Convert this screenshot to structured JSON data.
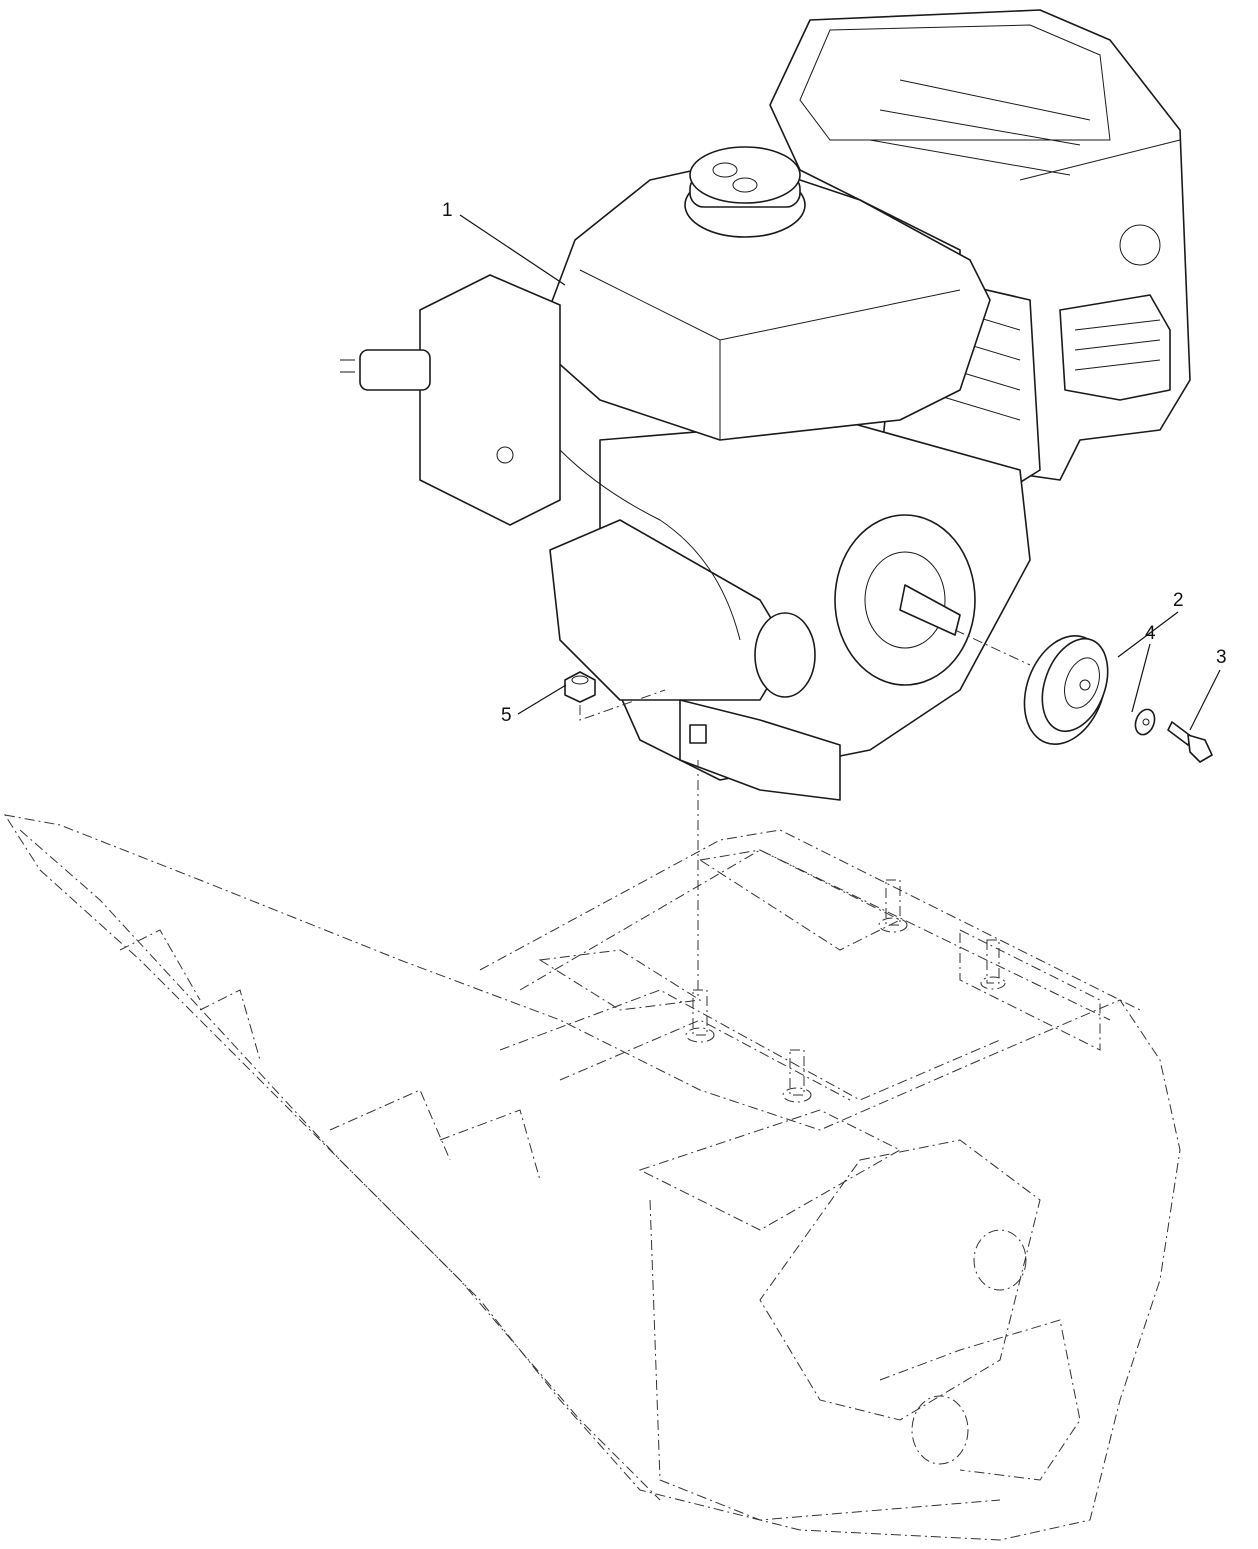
{
  "diagram": {
    "callouts": [
      {
        "label": "1",
        "part": "engine"
      },
      {
        "label": "2",
        "part": "pulley"
      },
      {
        "label": "3",
        "part": "bolt"
      },
      {
        "label": "4",
        "part": "washer"
      },
      {
        "label": "5",
        "part": "nut"
      }
    ],
    "line_color": "#1a1a1a",
    "background": "#ffffff"
  }
}
